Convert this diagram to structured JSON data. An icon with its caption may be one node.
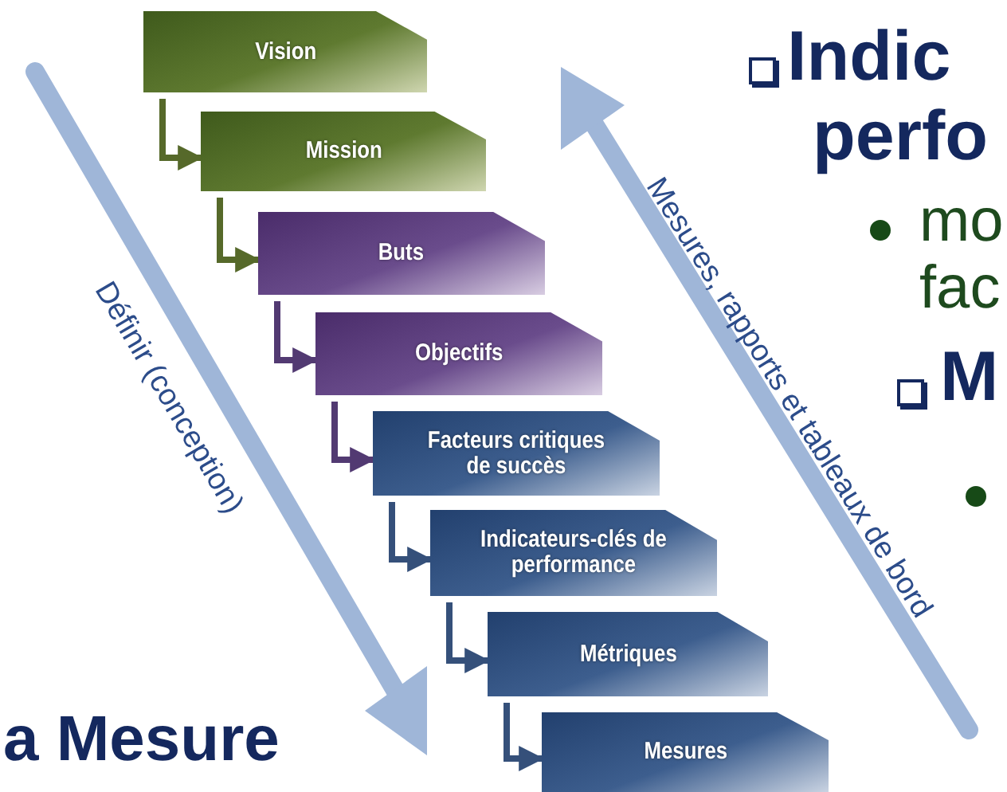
{
  "diagram": {
    "nodes": [
      {
        "text": [
          "Vision"
        ]
      },
      {
        "text": [
          "Mission"
        ]
      },
      {
        "text": [
          "Buts"
        ]
      },
      {
        "text": [
          "Objectifs"
        ]
      },
      {
        "text": [
          "Facteurs critiques de succès"
        ]
      },
      {
        "text": [
          "Indicateurs-clés de performance"
        ]
      },
      {
        "text": [
          "Métriques"
        ]
      },
      {
        "text": [
          "Mesures"
        ]
      }
    ],
    "edges": [
      {
        "from": 0,
        "to": 1,
        "arrow": "to",
        "color": "#56692a"
      },
      {
        "from": 1,
        "to": 2,
        "arrow": "to",
        "color": "#56692a"
      },
      {
        "from": 2,
        "to": 3,
        "arrow": "to",
        "color": "#523a72"
      },
      {
        "from": 3,
        "to": 4,
        "arrow": "to",
        "color": "#523a72"
      },
      {
        "from": 4,
        "to": 5,
        "arrow": "to"
      },
      {
        "from": 5,
        "to": 6,
        "arrow": "to"
      },
      {
        "from": 6,
        "to": 7,
        "arrow": "to"
      }
    ],
    "labels": [
      "Définir (conception)",
      "Mesures, rapports et tableaux de bord",
      "Indic",
      "perfo",
      "mo",
      "fac",
      "M",
      "a Mesure"
    ]
  }
}
